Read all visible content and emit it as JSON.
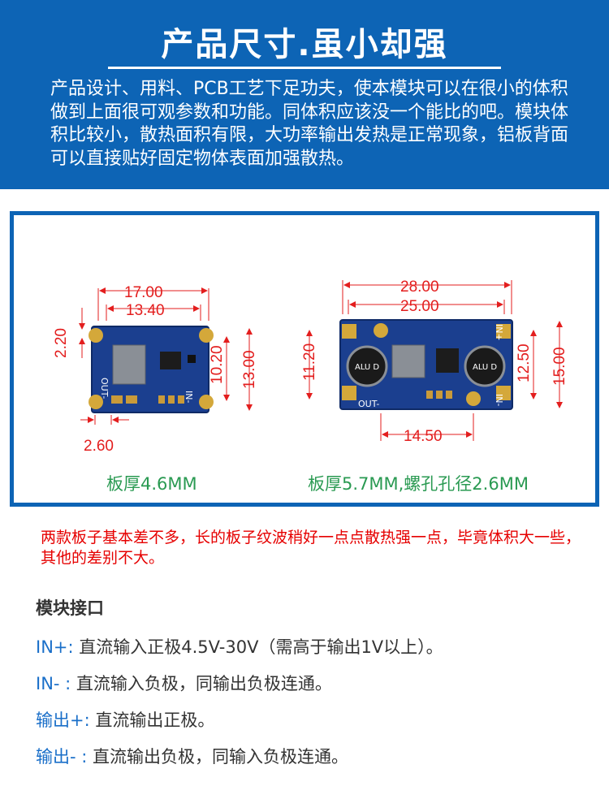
{
  "header": {
    "title": "产品尺寸.虽小却强",
    "description": "产品设计、用料、PCB工艺下足功夫，使本模块可以在很小的体积做到上面很可观参数和功能。同体积应该没一个能比的吧。模块体积比较小，散热面积有限，大功率输出发热是正常现象，铝板背面可以直接贴好固定物体表面加强散热。"
  },
  "boards": [
    {
      "caption": "板厚4.6MM",
      "dims": {
        "length_outer": "17.00",
        "length_inner": "13.40",
        "height_left": "2.20",
        "height_inner": "10.20",
        "height_outer": "13.00",
        "bottom": "2.60"
      },
      "labels": {
        "out": "OUT-",
        "in": "IN-"
      }
    },
    {
      "caption": "板厚5.7MM,螺孔孔径2.6MM",
      "dims": {
        "length_outer": "28.00",
        "length_inner": "25.00",
        "height_left": "11.20",
        "height_inner": "12.50",
        "height_outer": "15.00",
        "bottom": "14.50"
      },
      "labels": {
        "out": "OUT-",
        "in": "IN+",
        "in2": "IN-",
        "cap": "ALU D"
      }
    }
  ],
  "note": "两款板子基本差不多，长的板子纹波稍好一点点散热强一点，毕竟体积大一些，其他的差别不大。",
  "interface": {
    "title": "模块接口",
    "rows": [
      {
        "pin": "IN+:",
        "text": " 直流输入正极4.5V-30V（需高于输出1V以上）。"
      },
      {
        "pin": "IN- :",
        "text": " 直流输入负极，同输出负极连通。"
      },
      {
        "pin": "输出+:",
        "text": " 直流输出正极。"
      },
      {
        "pin": "输出- :",
        "text": " 直流输出负极，同输入负极连通。"
      }
    ]
  }
}
